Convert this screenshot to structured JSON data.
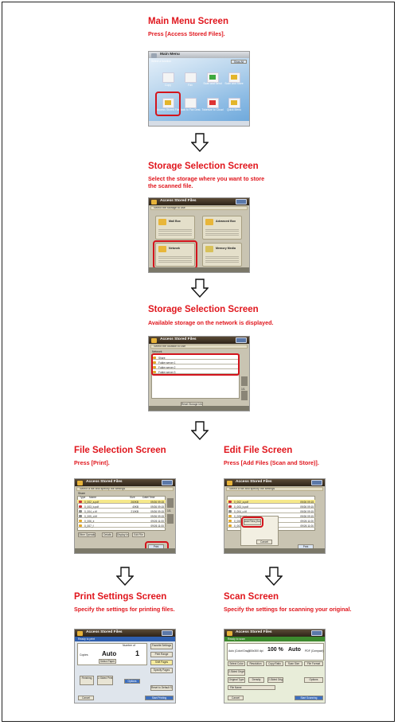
{
  "sections": {
    "main_menu": {
      "title": "Main Menu Screen",
      "desc": "Press [Access Stored Files].",
      "shot": {
        "header": "Main Menu",
        "subheader": "Select a function",
        "top_button": "Show All",
        "tiles": [
          "Copy",
          "Fax",
          "Scan and Send",
          "Scan and Store",
          "Access Stored Files",
          "Back to Fax Dest.",
          "Tokenize to Cloud",
          "Quick Menu"
        ]
      }
    },
    "storage1": {
      "title": "Storage Selection Screen",
      "desc_line1": "Select the storage where you want to store",
      "desc_line2": "the scanned file.",
      "shot": {
        "header": "Access Stored Files",
        "instruction": "Select the storage to use",
        "cards": [
          "Mail Box",
          "Advanced Box",
          "Network",
          "Memory Media"
        ]
      }
    },
    "storage2": {
      "title": "Storage Selection Screen",
      "desc": "Available storage on the network is displayed.",
      "shot": {
        "header": "Access Stored Files",
        "instruction": "Select the location to use",
        "crumb": "Network",
        "items": [
          "Share",
          "Folder server 1",
          "Folder server 2",
          "Folder server 3"
        ],
        "page": "1/1",
        "bottom_button": "Reset Storage Information"
      }
    },
    "file_sel": {
      "title": "File Selection Screen",
      "desc": "Press [Print].",
      "shot": {
        "header": "Access Stored Files",
        "instruction": "Select a file and specify the settings",
        "crumb": "Share",
        "columns": [
          "Type",
          "Name",
          "Size",
          "Date/Time"
        ],
        "rows": [
          {
            "name": "0_002_a.pdf",
            "size": "260KB",
            "date": "09/26 09:15"
          },
          {
            "name": "0_003_b.pdf",
            "size": "40KB",
            "date": "09/26 09:15"
          },
          {
            "name": "0_004_c.tif",
            "size": "210KB",
            "date": "09/26 09:15"
          },
          {
            "name": "0_005_d.tif",
            "size": "",
            "date": "09/26 09:15"
          },
          {
            "name": "0_006_e",
            "size": "",
            "date": "09/26 11:00"
          },
          {
            "name": "0_007_f",
            "size": "",
            "date": "09/26 11:00"
          }
        ],
        "page": "1/1",
        "buttons": [
          "Other Operations",
          "Details",
          "Display Image",
          "Edit File"
        ],
        "print_button": "Print"
      }
    },
    "edit_file": {
      "title": "Edit File Screen",
      "desc": "Press [Add Files (Scan and Store)].",
      "shot": {
        "header": "Access Stored Files",
        "popup_items": [
          "Add Files (Scan and Store)",
          "Cancel"
        ],
        "print_button": "Print"
      }
    },
    "print_settings": {
      "title": "Print Settings Screen",
      "desc": "Specify the settings for printing files.",
      "shot": {
        "header": "Access Stored Files",
        "subheader": "Ready to print",
        "number_label": "Number of",
        "paper_label": "Auto",
        "count": "1",
        "copies_label": "Copies",
        "buttons": [
          "Select Paper",
          "Finishing",
          "2-Sided Printing",
          "Options"
        ],
        "side_buttons": [
          "Favorite Settings",
          "Print Range",
          "Shift Pages",
          "Specify Pages"
        ],
        "reset": "Reset to Default Set.",
        "cancel": "Cancel",
        "start": "Start Printing"
      }
    },
    "scan": {
      "title": "Scan Screen",
      "desc": "Specify the settings for scanning your original.",
      "shot": {
        "header": "Access Stored Files",
        "subheader": "Ready to scan",
        "color_mode": "Auto (Color/Gray)",
        "resolution": "300x300 dpi",
        "zoom": "100 %",
        "size": "Auto",
        "file_format": "PDF (Compact)",
        "labels": [
          "Select Color",
          "Resolution",
          "Copy Ratio",
          "Scan Size",
          "File Format"
        ],
        "buttons": [
          "2-Sided Original",
          "Original Type",
          "Density",
          "2-Sided Original",
          "Options"
        ],
        "file_name": "File Name",
        "cancel": "Cancel",
        "start": "Start Scanning"
      }
    }
  }
}
